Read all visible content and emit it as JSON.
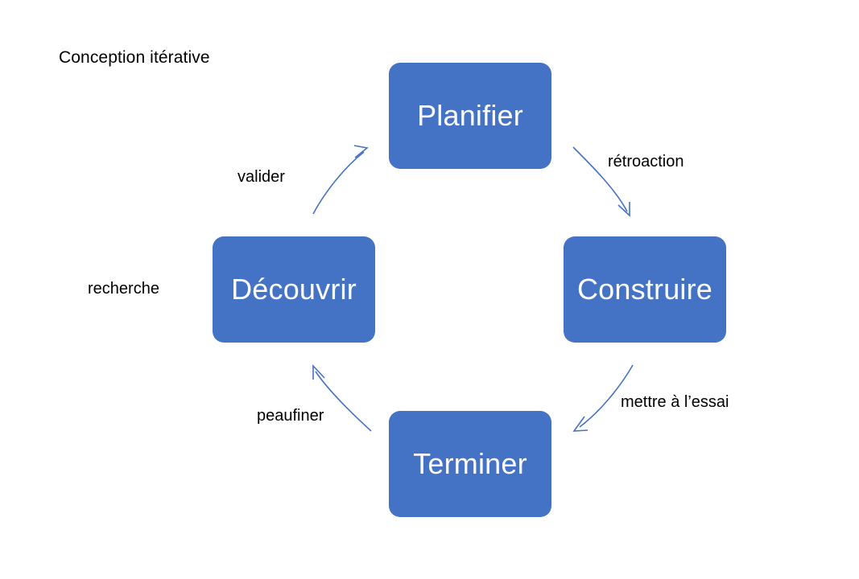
{
  "diagram": {
    "title": "Conception itérative",
    "type": "cycle",
    "background_color": "#ffffff",
    "node_color": "#4472C4",
    "node_text_color": "#ffffff",
    "arrow_color": "#4472C4",
    "label_text_color": "#000000",
    "nodes": [
      {
        "id": "plan",
        "label": "Planifier",
        "position": "top"
      },
      {
        "id": "build",
        "label": "Construire",
        "position": "right"
      },
      {
        "id": "finish",
        "label": "Terminer",
        "position": "bottom"
      },
      {
        "id": "discover",
        "label": "Découvrir",
        "position": "left"
      }
    ],
    "edges": [
      {
        "id": "feedback",
        "label": "rétroaction",
        "from": "plan",
        "to": "build",
        "direction": "top-right-down"
      },
      {
        "id": "test",
        "label": "mettre à l’essai",
        "from": "build",
        "to": "finish",
        "direction": "bottom-right-down-left"
      },
      {
        "id": "refine",
        "label": "peaufiner",
        "from": "finish",
        "to": "discover",
        "direction": "bottom-left-up"
      },
      {
        "id": "validate",
        "label": "valider",
        "from": "discover",
        "to": "plan",
        "direction": "top-left-up-right"
      }
    ],
    "side_labels": [
      {
        "id": "research",
        "label": "recherche",
        "near": "discover"
      }
    ]
  }
}
